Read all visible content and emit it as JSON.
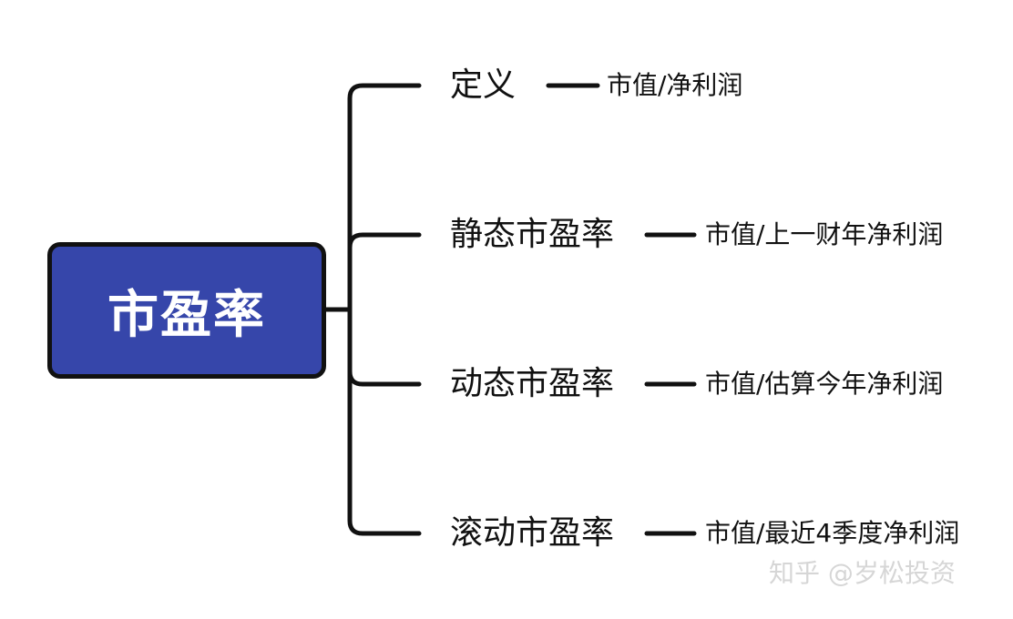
{
  "root": {
    "label": "市盈率",
    "fill_color": "#3646aa"
  },
  "branches": [
    {
      "label": "定义",
      "detail": "市值/净利润"
    },
    {
      "label": "静态市盈率",
      "detail": "市值/上一财年净利润"
    },
    {
      "label": "动态市盈率",
      "detail": "市值/估算今年净利润"
    },
    {
      "label": "滚动市盈率",
      "detail": "市值/最近4季度净利润"
    }
  ],
  "watermark": "知乎 @岁松投资",
  "colors": {
    "line": "#111111",
    "text": "#111111",
    "watermark": "#d6d6d6"
  }
}
